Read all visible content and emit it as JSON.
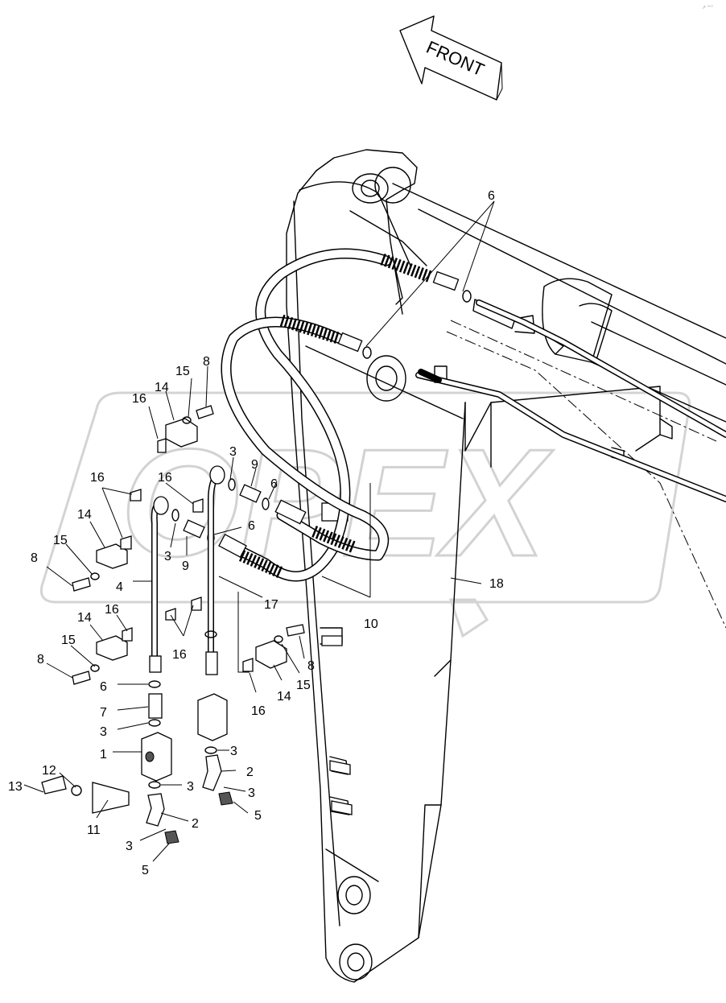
{
  "diagram": {
    "direction_label": "FRONT",
    "watermark_text": "OPEX",
    "corner_mark": "↗ °°°",
    "callouts": [
      {
        "id": "c6a",
        "text": "6"
      },
      {
        "id": "c15a",
        "text": "15"
      },
      {
        "id": "c8a",
        "text": "8"
      },
      {
        "id": "c14a",
        "text": "14"
      },
      {
        "id": "c16a",
        "text": "16"
      },
      {
        "id": "c3a",
        "text": "3"
      },
      {
        "id": "c9a",
        "text": "9"
      },
      {
        "id": "c6b",
        "text": "6"
      },
      {
        "id": "c16b",
        "text": "16"
      },
      {
        "id": "c16c",
        "text": "16"
      },
      {
        "id": "c14b",
        "text": "14"
      },
      {
        "id": "c6c",
        "text": "6"
      },
      {
        "id": "c3b",
        "text": "3"
      },
      {
        "id": "c9b",
        "text": "9"
      },
      {
        "id": "c15b",
        "text": "15"
      },
      {
        "id": "c8b",
        "text": "8"
      },
      {
        "id": "c4",
        "text": "4"
      },
      {
        "id": "c17",
        "text": "17"
      },
      {
        "id": "c18",
        "text": "18"
      },
      {
        "id": "c10",
        "text": "10"
      },
      {
        "id": "c16d",
        "text": "16"
      },
      {
        "id": "c14c",
        "text": "14"
      },
      {
        "id": "c15c",
        "text": "15"
      },
      {
        "id": "c16e",
        "text": "16"
      },
      {
        "id": "c8c",
        "text": "8"
      },
      {
        "id": "c8d",
        "text": "8"
      },
      {
        "id": "c15d",
        "text": "15"
      },
      {
        "id": "c14d",
        "text": "14"
      },
      {
        "id": "c16f",
        "text": "16"
      },
      {
        "id": "c6d",
        "text": "6"
      },
      {
        "id": "c7",
        "text": "7"
      },
      {
        "id": "c3c",
        "text": "3"
      },
      {
        "id": "c1",
        "text": "1"
      },
      {
        "id": "c3d",
        "text": "3"
      },
      {
        "id": "c2a",
        "text": "2"
      },
      {
        "id": "c3e",
        "text": "3"
      },
      {
        "id": "c3f",
        "text": "3"
      },
      {
        "id": "c5a",
        "text": "5"
      },
      {
        "id": "c12",
        "text": "12"
      },
      {
        "id": "c13",
        "text": "13"
      },
      {
        "id": "c11",
        "text": "11"
      },
      {
        "id": "c2b",
        "text": "2"
      },
      {
        "id": "c3g",
        "text": "3"
      },
      {
        "id": "c5b",
        "text": "5"
      }
    ]
  }
}
